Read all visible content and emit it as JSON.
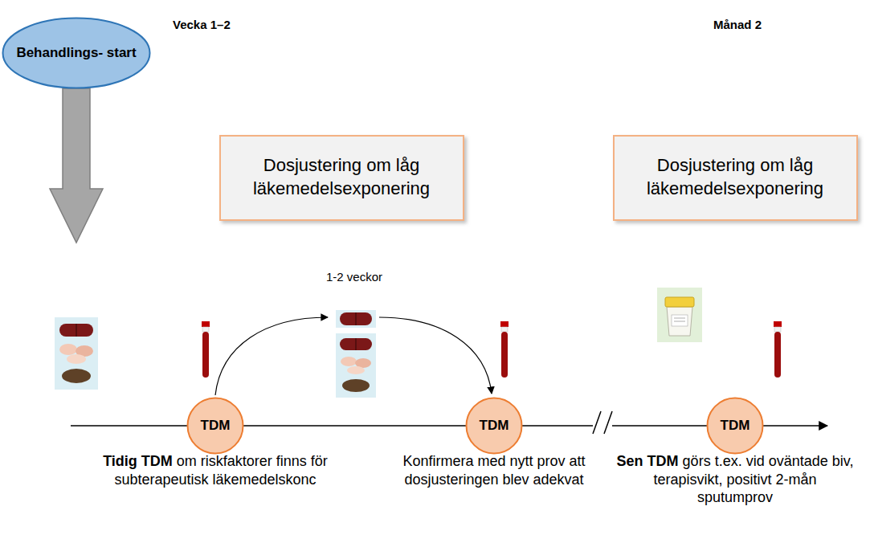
{
  "diagram": {
    "nodes": [
      {
        "text": [
          "Behandlings- start"
        ]
      },
      {
        "text": [
          "Dosjustering om låg läkemedelsexponering"
        ]
      },
      {
        "text": [
          "Dosjustering om låg läkemedelsexponering"
        ]
      },
      {
        "text": [
          "TDM"
        ]
      },
      {
        "text": [
          "TDM"
        ]
      },
      {
        "text": [
          "TDM"
        ]
      }
    ],
    "labels": [
      "Vecka 1–2",
      "Månad 2",
      "1-2 veckor",
      "Tidig TDM",
      "om riskfaktorer finns för subterapeutisk läkemedelskonc",
      "Konfirmera med nytt prov att dosjusteringen blev adekvat",
      "Sen TDM",
      "görs t.ex. vid oväntade biv, terapisvikt, positivt 2-mån sputumprov"
    ]
  }
}
